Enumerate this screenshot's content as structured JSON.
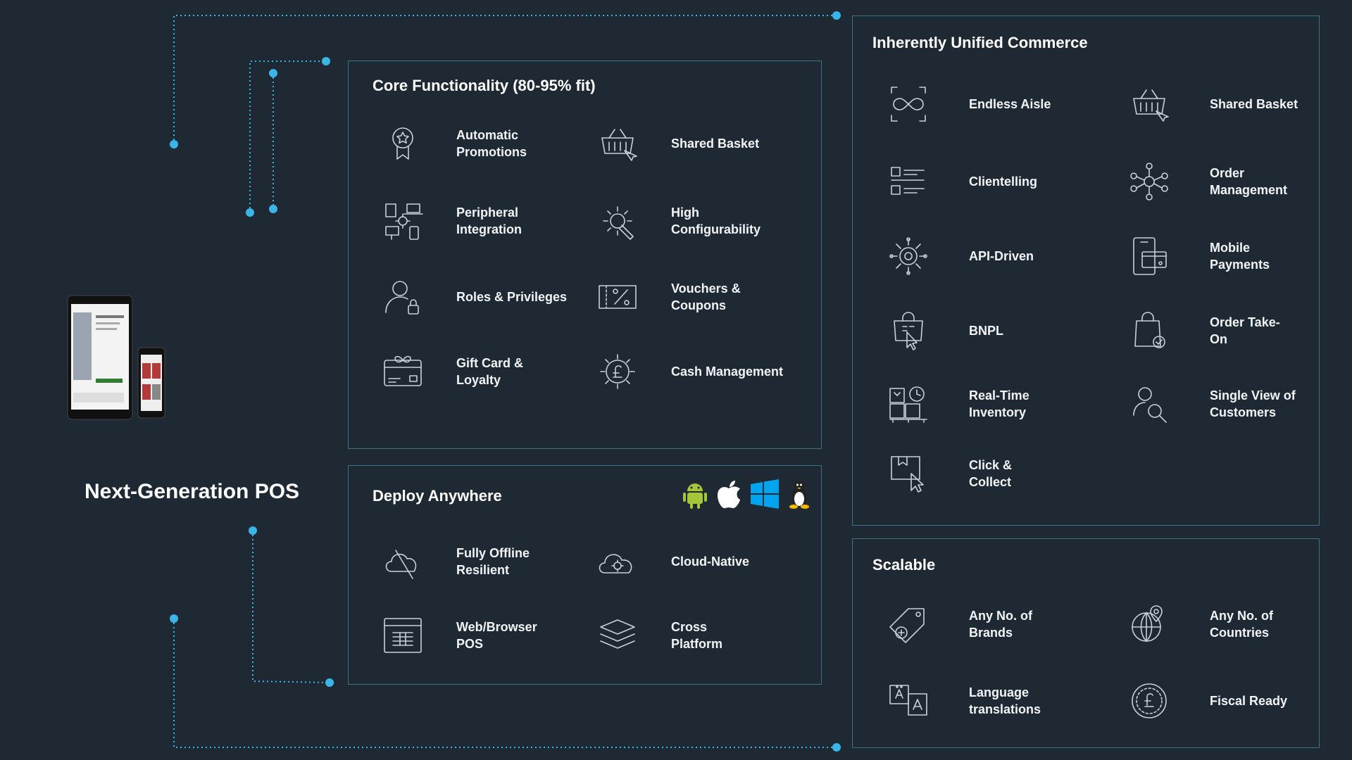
{
  "pos_title": "Next-Generation POS",
  "core": {
    "title": "Core Functionality (80-95% fit)",
    "items": [
      {
        "icon": "award-ribbon-icon",
        "label": "Automatic\nPromotions"
      },
      {
        "icon": "shared-basket-icon",
        "label": "Shared Basket"
      },
      {
        "icon": "peripheral-devices-icon",
        "label": "Peripheral\nIntegration"
      },
      {
        "icon": "gear-wrench-icon",
        "label": "High\nConfigurability"
      },
      {
        "icon": "user-lock-icon",
        "label": "Roles & Privileges"
      },
      {
        "icon": "percent-coupon-icon",
        "label": "Vouchers &\nCoupons"
      },
      {
        "icon": "gift-card-icon",
        "label": "Gift Card &\nLoyalty"
      },
      {
        "icon": "pound-gear-icon",
        "label": "Cash Management"
      }
    ]
  },
  "deploy": {
    "title": "Deploy Anywhere",
    "os_icons": [
      "android-icon",
      "apple-icon",
      "windows-icon",
      "linux-icon"
    ],
    "items": [
      {
        "icon": "cloud-offline-icon",
        "label": "Fully Offline\nResilient"
      },
      {
        "icon": "cloud-gear-icon",
        "label": "Cloud-Native"
      },
      {
        "icon": "browser-window-icon",
        "label": "Web/Browser\nPOS"
      },
      {
        "icon": "layers-icon",
        "label": "Cross\nPlatform"
      }
    ]
  },
  "unified": {
    "title": "Inherently Unified Commerce",
    "items": [
      {
        "icon": "infinity-icon",
        "label": "Endless Aisle"
      },
      {
        "icon": "shared-basket-icon",
        "label": "Shared Basket"
      },
      {
        "icon": "list-checklist-icon",
        "label": "Clientelling"
      },
      {
        "icon": "network-nodes-icon",
        "label": "Order\nManagement"
      },
      {
        "icon": "api-gear-icon",
        "label": "API-Driven"
      },
      {
        "icon": "mobile-card-icon",
        "label": "Mobile\nPayments"
      },
      {
        "icon": "shopping-bag-cursor-icon",
        "label": "BNPL"
      },
      {
        "icon": "bag-check-icon",
        "label": "Order Take-\nOn"
      },
      {
        "icon": "warehouse-clock-icon",
        "label": "Real-Time\nInventory"
      },
      {
        "icon": "user-search-icon",
        "label": "Single View of\nCustomers"
      },
      {
        "icon": "box-cursor-icon",
        "label": "Click &\nCollect"
      }
    ]
  },
  "scalable": {
    "title": "Scalable",
    "items": [
      {
        "icon": "tag-plus-icon",
        "label": "Any No. of\nBrands"
      },
      {
        "icon": "globe-pin-icon",
        "label": "Any No. of\nCountries"
      },
      {
        "icon": "translate-icon",
        "label": "Language\ntranslations"
      },
      {
        "icon": "pound-coin-icon",
        "label": "Fiscal Ready"
      }
    ]
  },
  "colors": {
    "background": "#1f2933",
    "border": "#3f6f86",
    "accent": "#3bb5e8",
    "icon": "#c9d1d9"
  }
}
